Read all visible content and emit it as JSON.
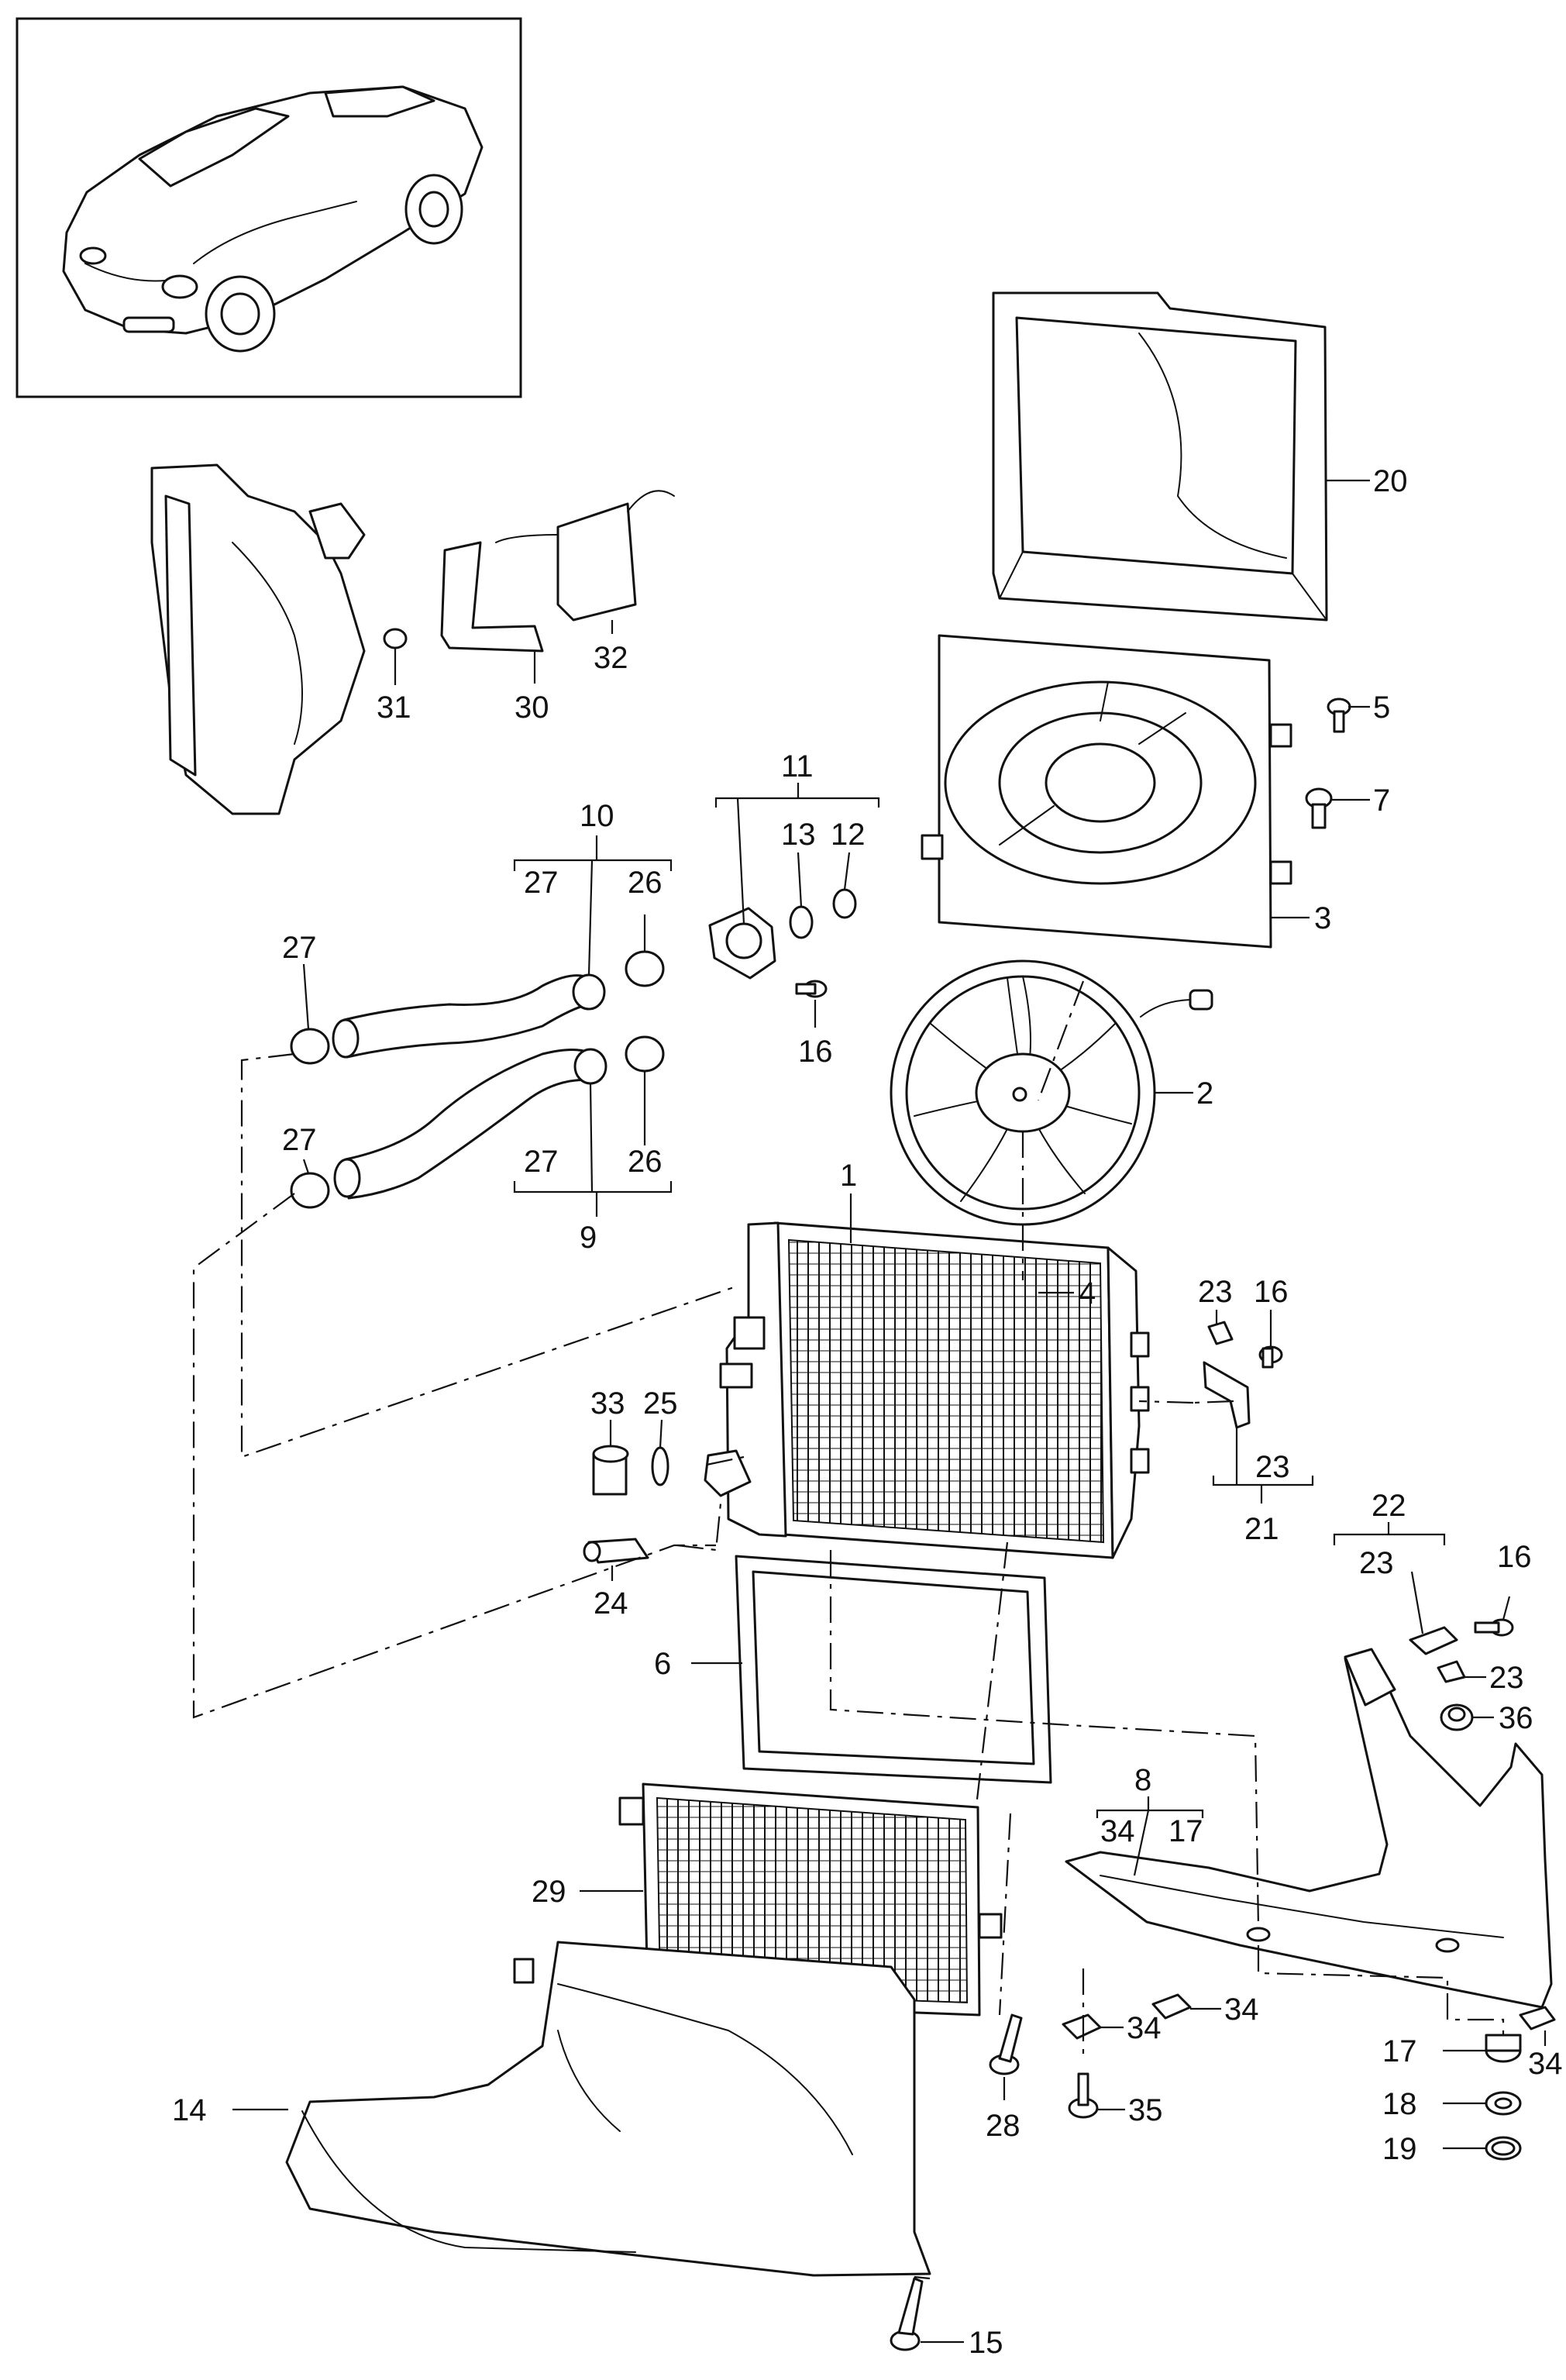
{
  "callouts": {
    "c1": "1",
    "c2": "2",
    "c3": "3",
    "c4": "4",
    "c5": "5",
    "c6": "6",
    "c7": "7",
    "c8": "8",
    "c9": "9",
    "c10": "10",
    "c11": "11",
    "c12": "12",
    "c13": "13",
    "c14": "14",
    "c15": "15",
    "c16": "16",
    "c17": "17",
    "c18": "18",
    "c19": "19",
    "c20": "20",
    "c21": "21",
    "c22": "22",
    "c23": "23",
    "c24": "24",
    "c25": "25",
    "c26": "26",
    "c27": "27",
    "c28": "28",
    "c29": "29",
    "c30": "30",
    "c31": "31",
    "c32": "32",
    "c33": "33",
    "c34": "34",
    "c35": "35",
    "c36": "36"
  },
  "icons": {
    "vehicle": "convertible-car-icon"
  }
}
